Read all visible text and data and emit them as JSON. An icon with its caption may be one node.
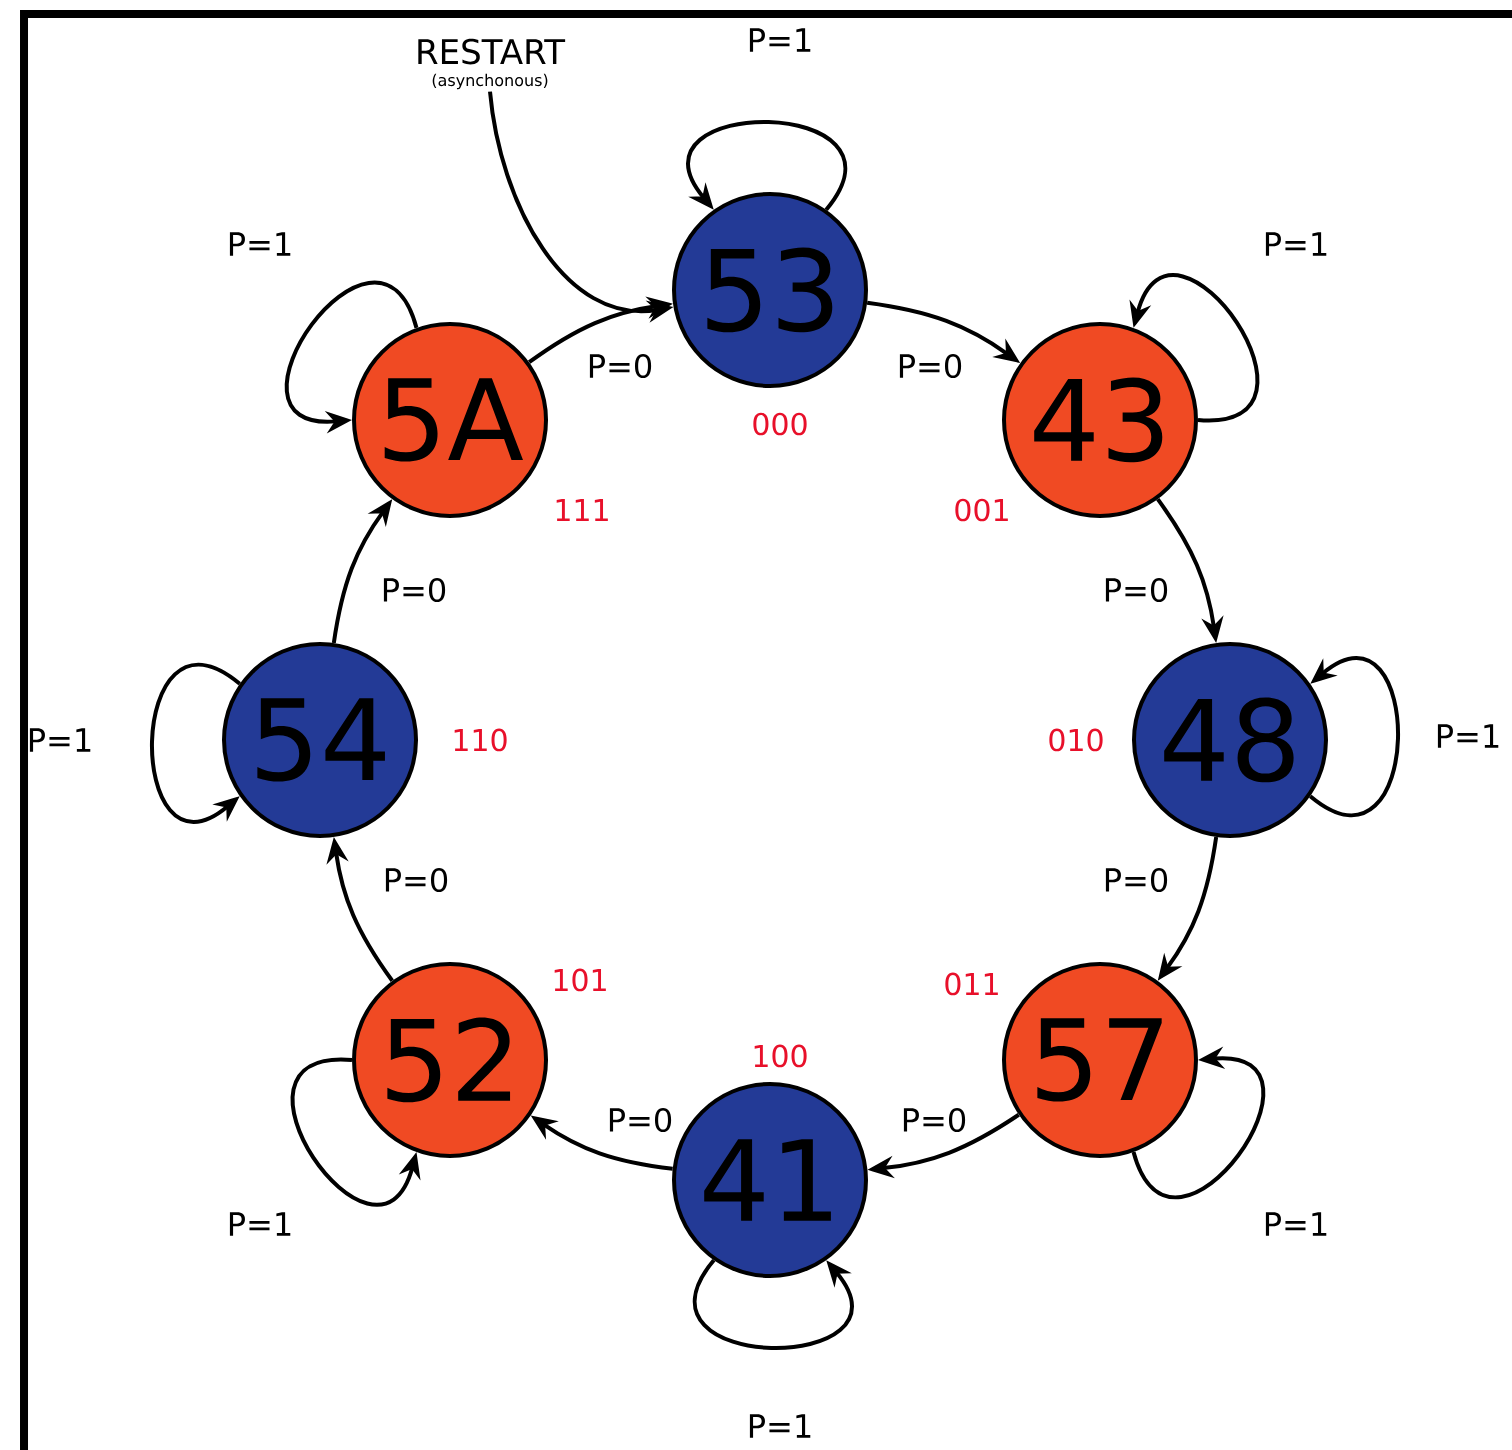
{
  "diagram": {
    "nodes": [
      {
        "text": [
          "RESTART",
          "(asynchonous)"
        ]
      },
      {
        "text": [
          "53"
        ],
        "beside": [
          "000"
        ]
      },
      {
        "text": [
          "43"
        ],
        "beside": [
          "001"
        ]
      },
      {
        "text": [
          "48"
        ],
        "beside": [
          "010"
        ]
      },
      {
        "text": [
          "57"
        ],
        "beside": [
          "011"
        ]
      },
      {
        "text": [
          "41"
        ],
        "beside": [
          "100"
        ]
      },
      {
        "text": [
          "52"
        ],
        "beside": [
          "101"
        ]
      },
      {
        "text": [
          "54"
        ],
        "beside": [
          "110"
        ]
      },
      {
        "text": [
          "5A"
        ],
        "beside": [
          "111"
        ]
      }
    ],
    "edges": [
      {
        "from": 0,
        "to": 1,
        "arrow": "to"
      },
      {
        "from": 1,
        "to": 2,
        "arrow": "to",
        "label": "P=0"
      },
      {
        "from": 2,
        "to": 3,
        "arrow": "to",
        "label": "P=0"
      },
      {
        "from": 3,
        "to": 4,
        "arrow": "to",
        "label": "P=0"
      },
      {
        "from": 4,
        "to": 5,
        "arrow": "to",
        "label": "P=0"
      },
      {
        "from": 5,
        "to": 6,
        "arrow": "to",
        "label": "P=0"
      },
      {
        "from": 6,
        "to": 7,
        "arrow": "to",
        "label": "P=0"
      },
      {
        "from": 7,
        "to": 8,
        "arrow": "to",
        "label": "P=0"
      },
      {
        "from": 8,
        "to": 1,
        "arrow": "to",
        "label": "P=0"
      },
      {
        "from": 1,
        "to": 1,
        "arrow": "to",
        "label": "P=1"
      },
      {
        "from": 2,
        "to": 2,
        "arrow": "to",
        "label": "P=1"
      },
      {
        "from": 3,
        "to": 3,
        "arrow": "to",
        "label": "P=1"
      },
      {
        "from": 4,
        "to": 4,
        "arrow": "to",
        "label": "P=1"
      },
      {
        "from": 5,
        "to": 5,
        "arrow": "to",
        "label": "P=1"
      },
      {
        "from": 6,
        "to": 6,
        "arrow": "to",
        "label": "P=1"
      },
      {
        "from": 7,
        "to": 7,
        "arrow": "to",
        "label": "P=1"
      },
      {
        "from": 8,
        "to": 8,
        "arrow": "to",
        "label": "P=1"
      }
    ]
  }
}
